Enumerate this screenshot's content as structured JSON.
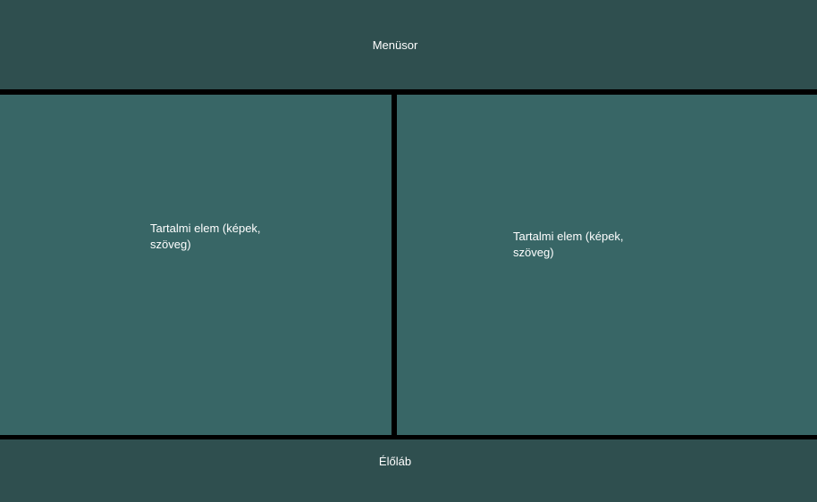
{
  "header": {
    "label": "Menüsor"
  },
  "content": {
    "left_text": "Tartalmi elem (képek, szöveg)",
    "right_text": "Tartalmi elem (képek, szöveg)"
  },
  "footer": {
    "label": "Élőláb"
  },
  "colors": {
    "header_bg": "#2f4f4f",
    "content_bg": "#386666",
    "divider": "#000000",
    "text": "#ffffff"
  }
}
